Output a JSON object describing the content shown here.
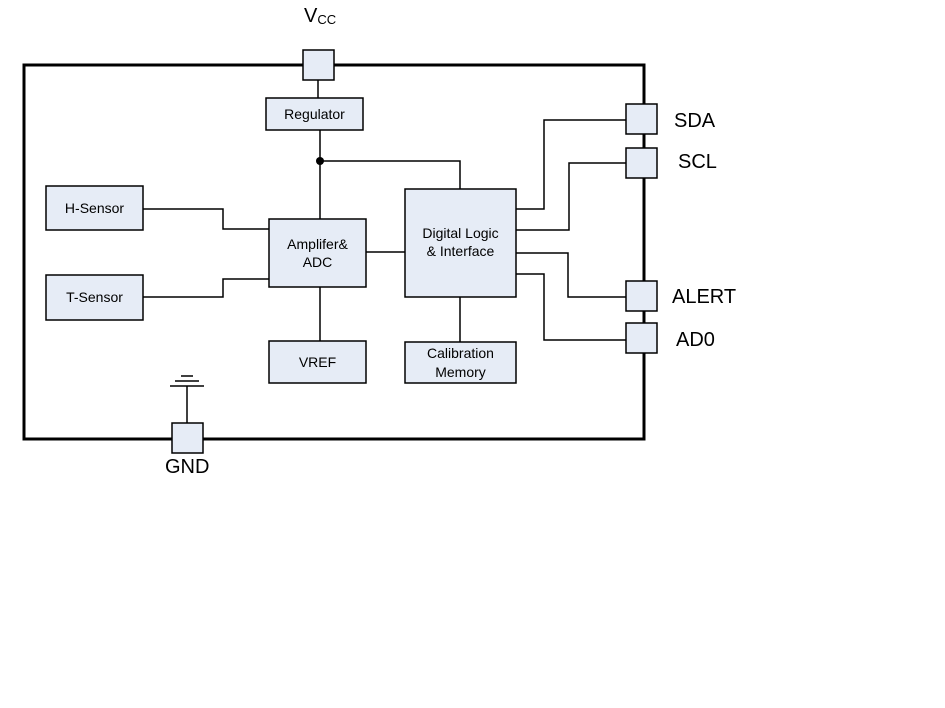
{
  "blocks": {
    "regulator": "Regulator",
    "h_sensor": "H-Sensor",
    "t_sensor": "T-Sensor",
    "amplifier": [
      "Amplifer&",
      "ADC"
    ],
    "digital_logic": [
      "Digital Logic",
      "& Interface"
    ],
    "vref": "VREF",
    "calibration": [
      "Calibration",
      "Memory"
    ]
  },
  "pins": {
    "vcc_main": "V",
    "vcc_sub": "CC",
    "sda": "SDA",
    "scl": "SCL",
    "alert": "ALERT",
    "ad0": "AD0",
    "gnd": "GND"
  },
  "colors": {
    "block_fill": "#e6ecf6",
    "line": "#000000"
  }
}
